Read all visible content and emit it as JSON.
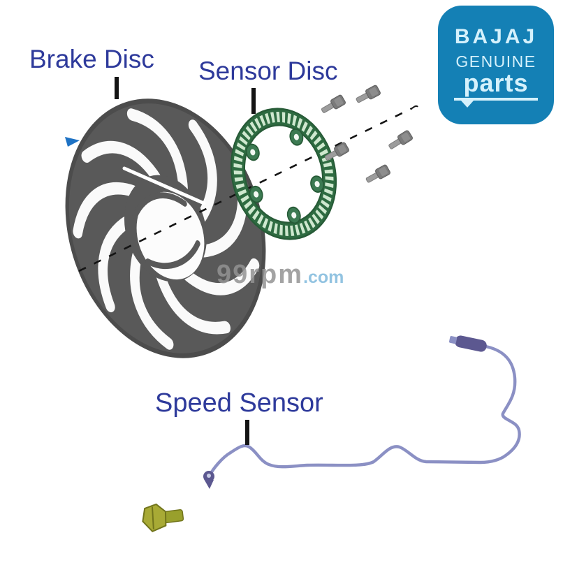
{
  "labels": {
    "brake_disc": "Brake Disc",
    "sensor_disc": "Sensor Disc",
    "speed_sensor": "Speed Sensor"
  },
  "logo": {
    "brand": "BAJAJ",
    "line1": "GENUINE",
    "line2": "parts"
  },
  "watermark": {
    "name": "99rpm",
    "tld": ".com"
  },
  "colors": {
    "label": "#2e3a9b",
    "logo_bg": "#1480b5",
    "logo_text": "#d5f1fc",
    "disc_gray": "#595959",
    "disc_gray_dark": "#4c4c4c",
    "ring_green_dark": "#2e6b41",
    "ring_green_edge": "#275b37",
    "ring_green_light": "#cfe8cf",
    "tab_green": "#3c7a52",
    "cable_blue": "#8b90c4",
    "connector_purple": "#5c5890",
    "bolt_gray_head": "#7a7a7a",
    "bolt_gray_shank": "#9c9c9c",
    "bolt_olive_head": "#a8aa35",
    "bolt_olive_shank": "#99a02c",
    "bolt_olive_edge": "#72751c",
    "watermark_gray": "#939393",
    "watermark_blue": "#7fb9dc",
    "leader_black": "#141414",
    "arrow_blue": "#1e72c4"
  }
}
